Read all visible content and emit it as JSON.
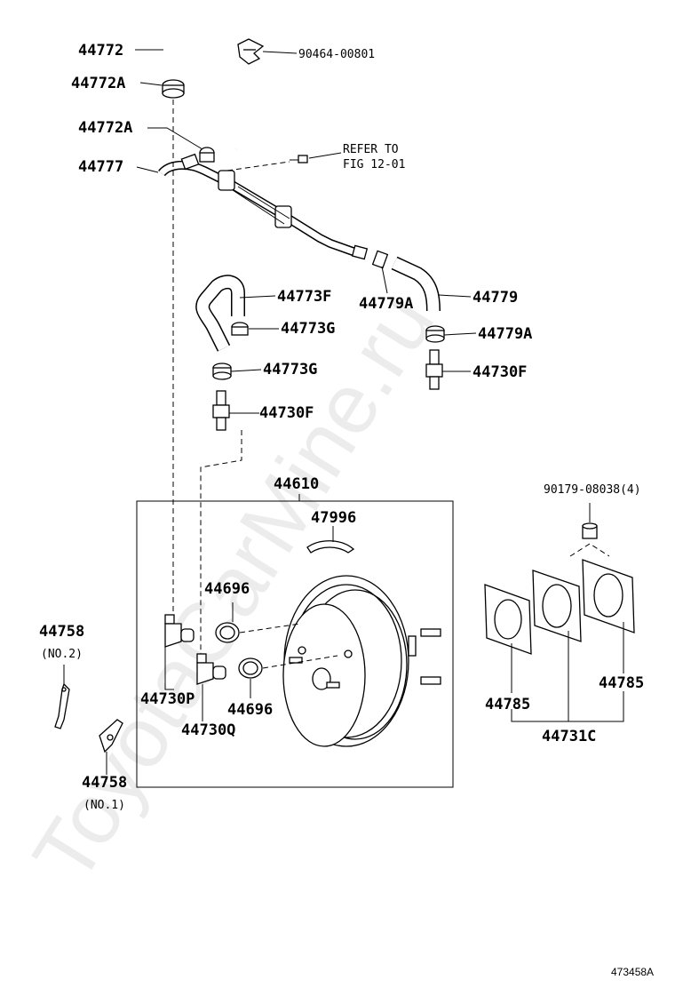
{
  "watermark": "ToyotaCarMine.ru",
  "diagram_id": "473458A",
  "labels": {
    "p44772": "44772",
    "p44772A_top": "44772A",
    "p44772A_mid": "44772A",
    "p44777": "44777",
    "p90464": "90464-00801",
    "refer_line1": "REFER TO",
    "refer_line2": "FIG 12-01",
    "p44773F": "44773F",
    "p44773G_top": "44773G",
    "p44773G_bot": "44773G",
    "p44730F_left": "44730F",
    "p44779A_left": "44779A",
    "p44779": "44779",
    "p44779A_right": "44779A",
    "p44730F_right": "44730F",
    "p44610": "44610",
    "p47996": "47996",
    "p44696_top": "44696",
    "p44696_bot": "44696",
    "p44730P": "44730P",
    "p44730Q": "44730Q",
    "p44758_top": "44758",
    "p44758_top_sub": "(NO.2)",
    "p44758_bot": "44758",
    "p44758_bot_sub": "(NO.1)",
    "p90179": "90179-08038(4)",
    "p44785_left": "44785",
    "p44785_right": "44785",
    "p44731C": "44731C"
  }
}
